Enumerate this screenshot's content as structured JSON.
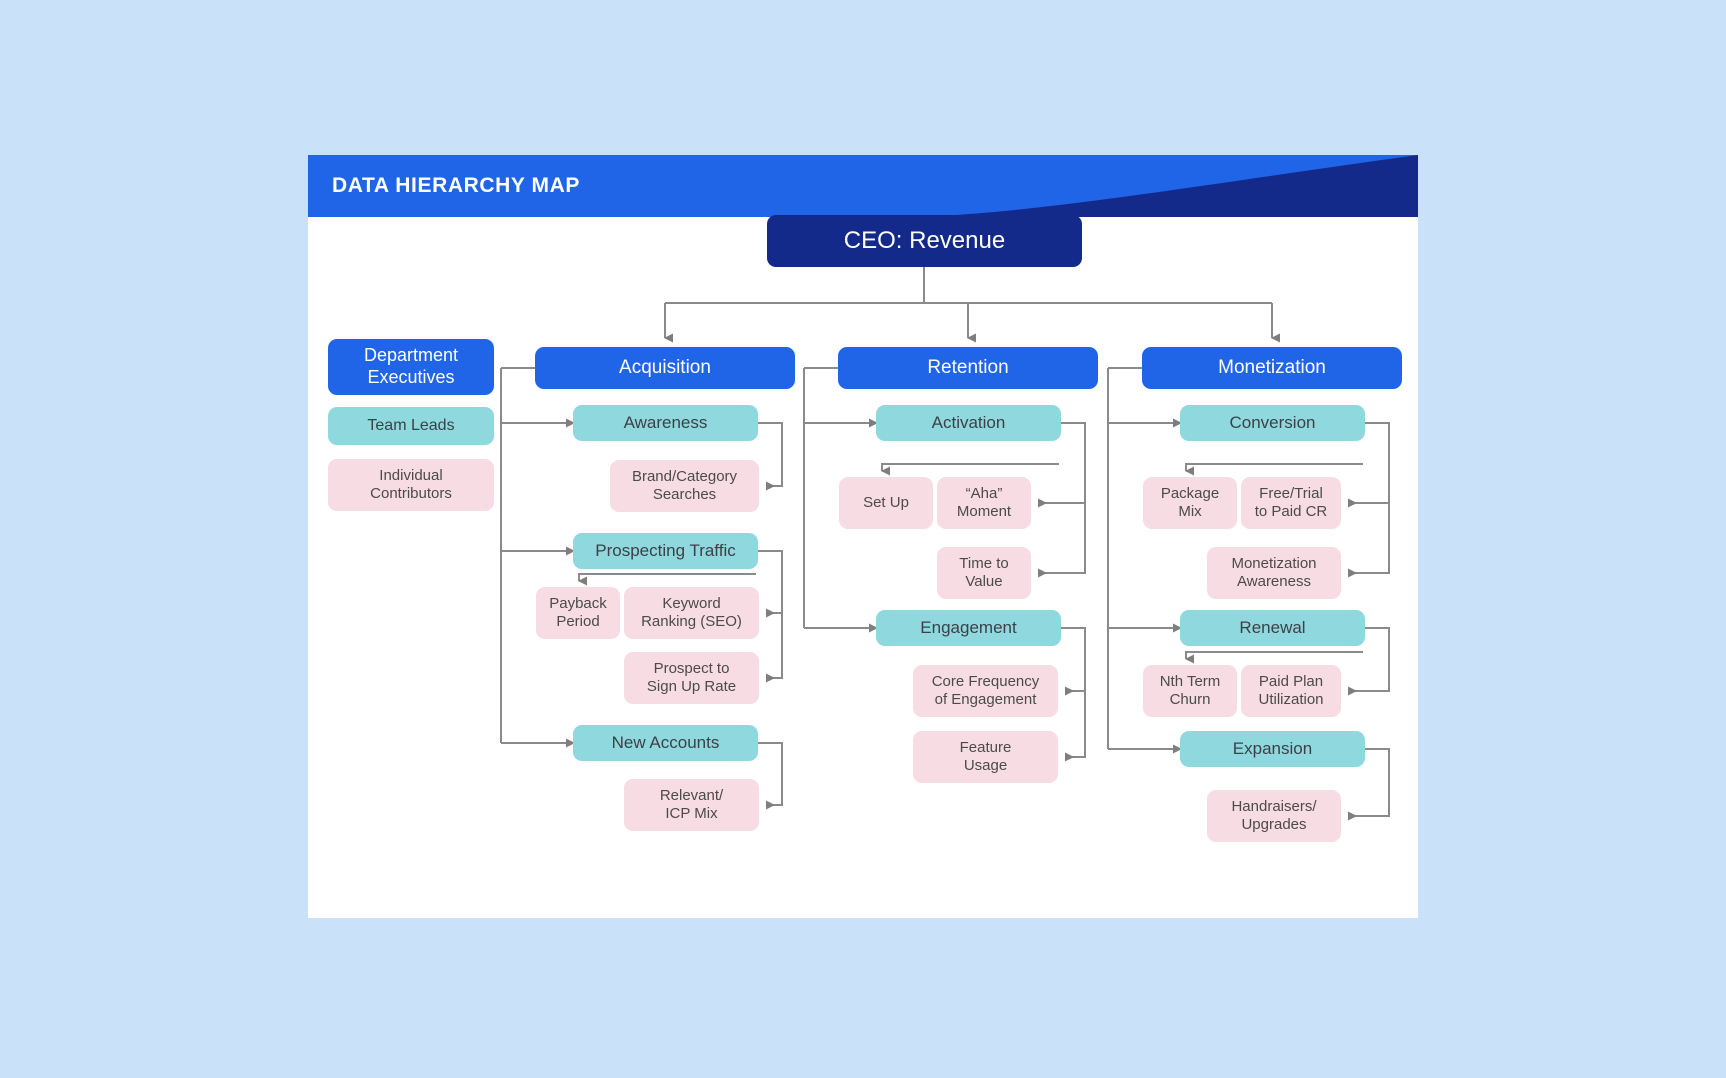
{
  "header": {
    "title": "DATA HIERARCHY MAP",
    "bar_color": "#2065e8",
    "curve_color": "#132a8a"
  },
  "palette": {
    "page_background": "#c9e2f9",
    "card_background": "#ffffff",
    "root_box": "#132a8a",
    "level1_box": "#2065e8",
    "level2_box": "#8ed8de",
    "level3_box": "#f7dce4",
    "connector": "#8a8a8a",
    "arrowhead": "#7e7e7e"
  },
  "root": {
    "label": "CEO: Revenue"
  },
  "legend": {
    "items": [
      {
        "label": "Department\nExecutives",
        "level": 1
      },
      {
        "label": "Team Leads",
        "level": 2
      },
      {
        "label": "Individual\nContributors",
        "level": 3
      }
    ]
  },
  "columns": [
    {
      "id": "acquisition",
      "label": "Acquisition",
      "groups": [
        {
          "id": "awareness",
          "label": "Awareness",
          "metrics": [
            {
              "label": "Brand/Category\nSearches"
            }
          ]
        },
        {
          "id": "prospecting-traffic",
          "label": "Prospecting Traffic",
          "metrics": [
            {
              "label": "Payback\nPeriod"
            },
            {
              "label": "Keyword\nRanking (SEO)"
            },
            {
              "label": "Prospect to\nSign Up Rate"
            }
          ]
        },
        {
          "id": "new-accounts",
          "label": "New Accounts",
          "metrics": [
            {
              "label": "Relevant/\nICP Mix"
            }
          ]
        }
      ]
    },
    {
      "id": "retention",
      "label": "Retention",
      "groups": [
        {
          "id": "activation",
          "label": "Activation",
          "metrics": [
            {
              "label": "Set Up"
            },
            {
              "label": "“Aha”\nMoment"
            },
            {
              "label": "Time to\nValue"
            }
          ]
        },
        {
          "id": "engagement",
          "label": "Engagement",
          "metrics": [
            {
              "label": "Core Frequency\nof Engagement"
            },
            {
              "label": "Feature\nUsage"
            }
          ]
        }
      ]
    },
    {
      "id": "monetization",
      "label": "Monetization",
      "groups": [
        {
          "id": "conversion",
          "label": "Conversion",
          "metrics": [
            {
              "label": "Package\nMix"
            },
            {
              "label": "Free/Trial\nto Paid CR"
            },
            {
              "label": "Monetization\nAwareness"
            }
          ]
        },
        {
          "id": "renewal",
          "label": "Renewal",
          "metrics": [
            {
              "label": "Nth Term\nChurn"
            },
            {
              "label": "Paid Plan\nUtilization"
            }
          ]
        },
        {
          "id": "expansion",
          "label": "Expansion",
          "metrics": [
            {
              "label": "Handraisers/\nUpgrades"
            }
          ]
        }
      ]
    }
  ]
}
